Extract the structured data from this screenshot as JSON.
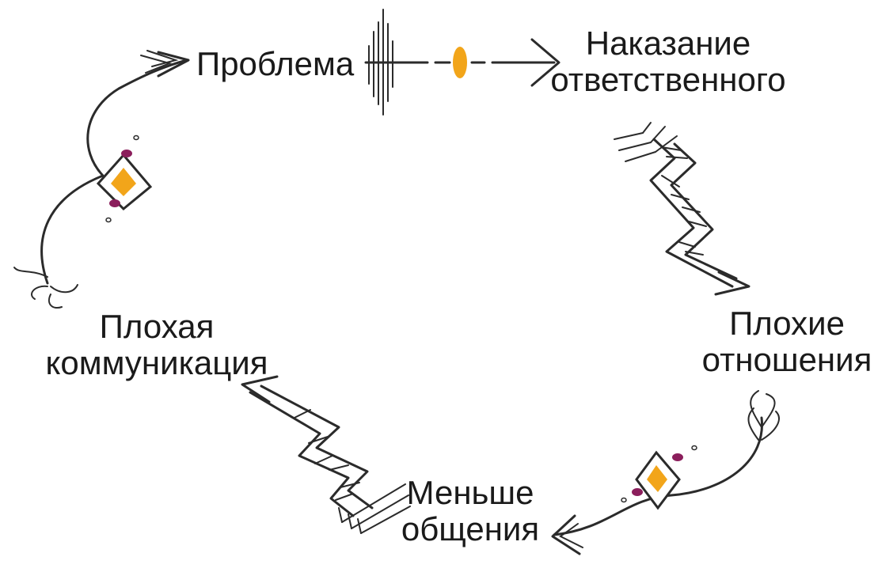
{
  "diagram": {
    "nodes": {
      "problem": {
        "line1": "Проблема"
      },
      "punishment": {
        "line1": "Наказание",
        "line2": "ответственного"
      },
      "bad_relations": {
        "line1": "Плохие",
        "line2": "отношения"
      },
      "less_communication": {
        "line1": "Меньше",
        "line2": "общения"
      },
      "bad_communication": {
        "line1": "Плохая",
        "line2": "коммуникация"
      }
    },
    "colors": {
      "ink": "#2b2b2b",
      "accent_orange": "#f2a51a",
      "accent_purple": "#8b1e5c"
    },
    "edges": [
      {
        "from": "problem",
        "to": "punishment",
        "style": "dashed-arrow-with-feather"
      },
      {
        "from": "punishment",
        "to": "bad_relations",
        "style": "zigzag-arrow"
      },
      {
        "from": "bad_relations",
        "to": "less_communication",
        "style": "curved-arrow-with-diamond"
      },
      {
        "from": "less_communication",
        "to": "bad_communication",
        "style": "zigzag-arrow"
      },
      {
        "from": "bad_communication",
        "to": "problem",
        "style": "curved-arrow-with-diamond"
      }
    ]
  }
}
